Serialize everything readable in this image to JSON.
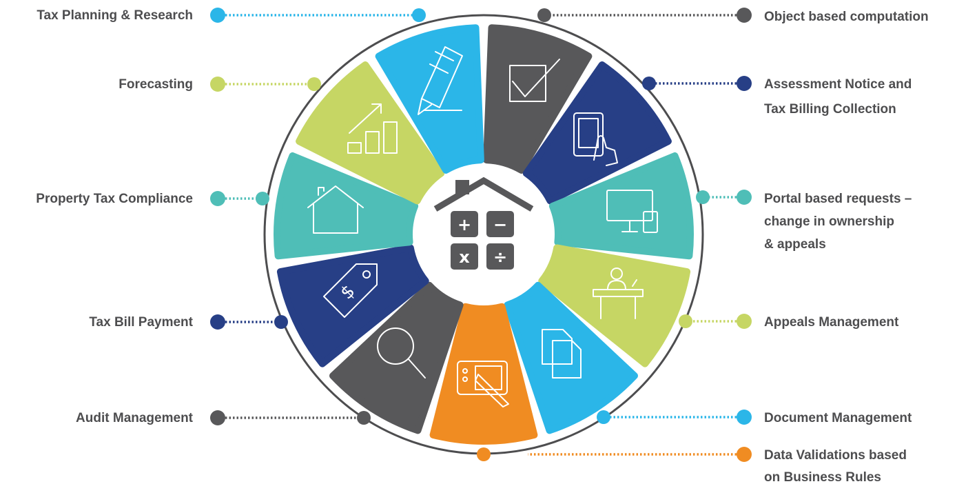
{
  "colors": {
    "light_blue": "#2bb6e8",
    "dark_gray": "#58585a",
    "navy": "#273f86",
    "teal": "#4fbeb7",
    "lime": "#c6d664",
    "orange": "#f08c22",
    "ring": "#4d4d4f",
    "text": "#4d4d4f"
  },
  "center": {
    "icon": "house-calculator-icon",
    "operators": [
      "+",
      "−",
      "x",
      "÷"
    ]
  },
  "labels_left": [
    {
      "text": "Tax Planning & Research",
      "color": "#2bb6e8"
    },
    {
      "text": "Forecasting",
      "color": "#c6d664"
    },
    {
      "text": "Property Tax Compliance",
      "color": "#4fbeb7"
    },
    {
      "text": "Tax Bill Payment",
      "color": "#273f86"
    },
    {
      "text": "Audit Management",
      "color": "#58585a"
    }
  ],
  "labels_right": [
    {
      "lines": [
        "Object based computation"
      ],
      "color": "#58585a"
    },
    {
      "lines": [
        "Assessment Notice and",
        "Tax Billing Collection"
      ],
      "color": "#273f86"
    },
    {
      "lines": [
        "Portal based requests –",
        "change in ownership",
        "& appeals"
      ],
      "color": "#4fbeb7"
    },
    {
      "lines": [
        "Appeals Management"
      ],
      "color": "#c6d664"
    },
    {
      "lines": [
        "Document Management"
      ],
      "color": "#2bb6e8"
    },
    {
      "lines": [
        "Data Validations based",
        "on Business Rules"
      ],
      "color": "#f08c22"
    }
  ],
  "segments": [
    {
      "icon": "checkbox-icon",
      "color": "#58585a"
    },
    {
      "icon": "tablet-touch-icon",
      "color": "#273f86"
    },
    {
      "icon": "monitor-devices-icon",
      "color": "#4fbeb7"
    },
    {
      "icon": "podium-speaker-icon",
      "color": "#c6d664"
    },
    {
      "icon": "documents-icon",
      "color": "#2bb6e8"
    },
    {
      "icon": "tablet-stylus-icon",
      "color": "#f08c22"
    },
    {
      "icon": "magnifier-icon",
      "color": "#58585a"
    },
    {
      "icon": "price-tag-dollar-icon",
      "color": "#273f86"
    },
    {
      "icon": "house-outline-icon",
      "color": "#4fbeb7"
    },
    {
      "icon": "growth-chart-icon",
      "color": "#c6d664"
    },
    {
      "icon": "pencil-icon",
      "color": "#2bb6e8"
    }
  ]
}
